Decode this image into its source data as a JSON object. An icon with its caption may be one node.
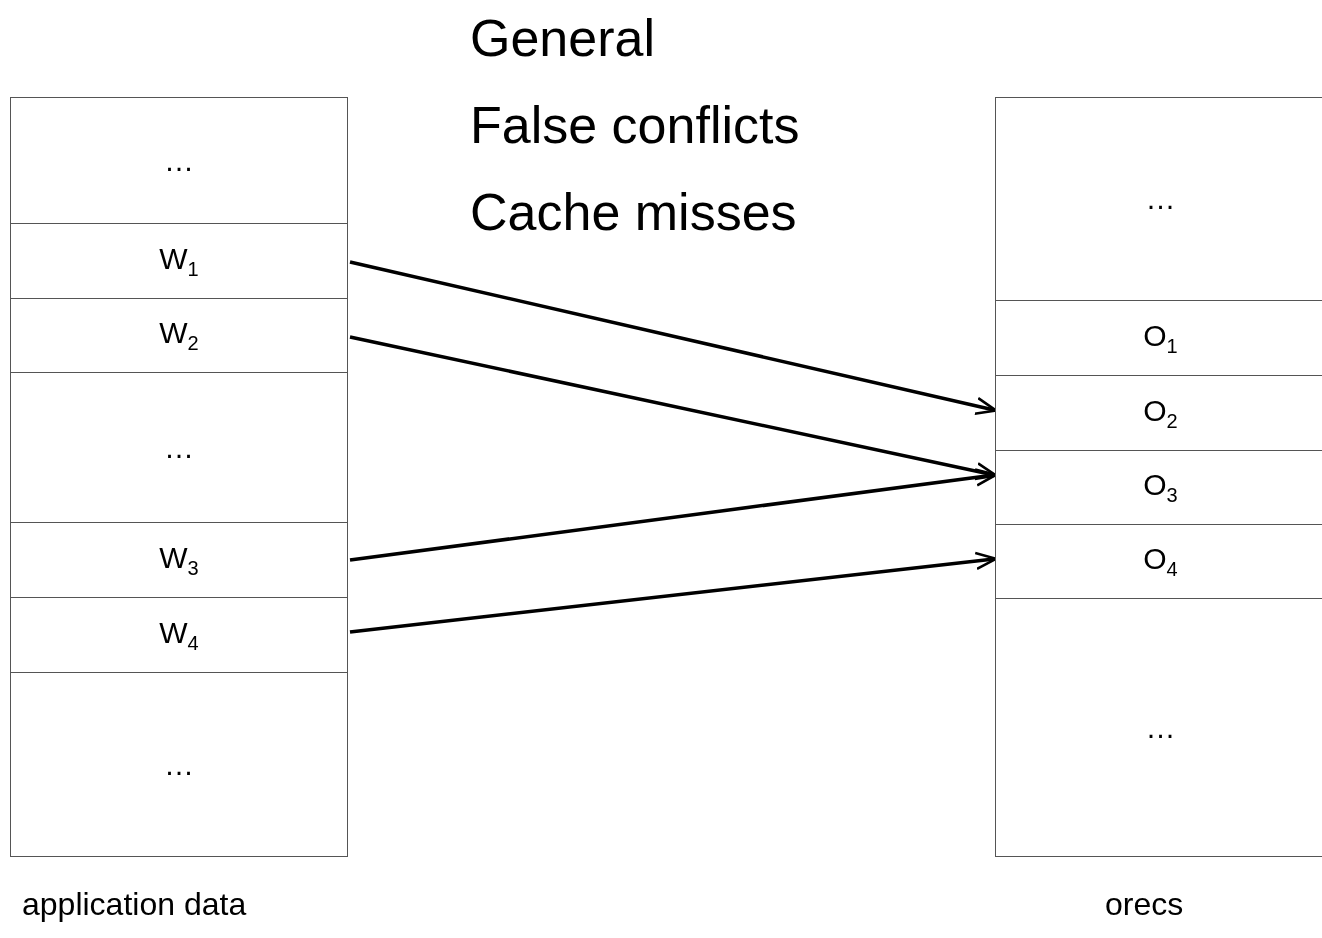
{
  "diagram": {
    "nodes": [
      {
        "text": [
          "…"
        ]
      },
      {
        "text": [
          "W$_{1}$"
        ]
      },
      {
        "text": [
          "W$_{2}$"
        ]
      },
      {
        "text": [
          "…"
        ]
      },
      {
        "text": [
          "W$_{3}$"
        ]
      },
      {
        "text": [
          "W$_{4}$"
        ]
      },
      {
        "text": [
          "…"
        ]
      },
      {
        "text": [
          "…"
        ]
      },
      {
        "text": [
          "O$_{1}$"
        ]
      },
      {
        "text": [
          "O$_{2}$"
        ]
      },
      {
        "text": [
          "O$_{3}$"
        ]
      },
      {
        "text": [
          "O$_{4}$"
        ]
      },
      {
        "text": [
          "…"
        ]
      }
    ],
    "edges": [
      {
        "from": 1,
        "to": 9,
        "arrow": "to"
      },
      {
        "from": 2,
        "to": 10,
        "arrow": "to"
      },
      {
        "from": 4,
        "to": 10,
        "arrow": "to"
      },
      {
        "from": 5,
        "to": 11,
        "arrow": "to"
      }
    ],
    "labels": [
      "General",
      "False conflicts",
      "Cache misses",
      "application data",
      "orecs"
    ]
  }
}
